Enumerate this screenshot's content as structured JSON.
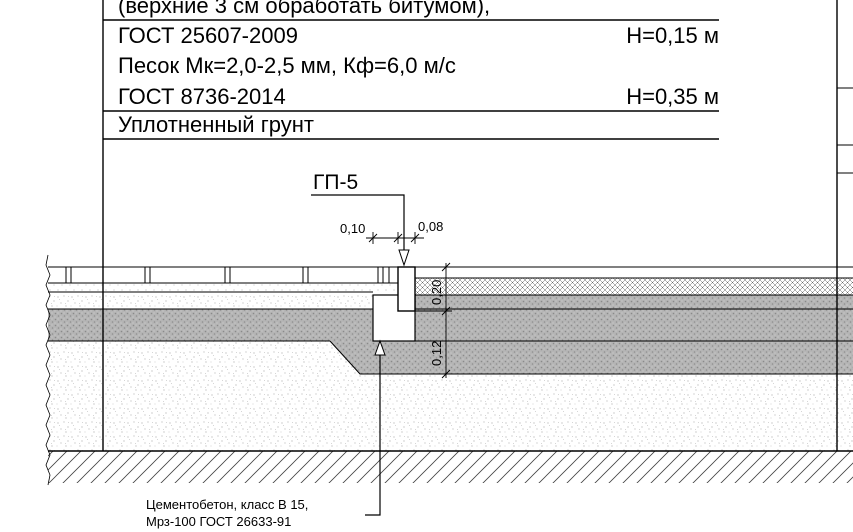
{
  "spec_table": {
    "rows": [
      {
        "left": "(верхние 3 см обработать битумом),",
        "right": ""
      },
      {
        "left": "ГОСТ 25607-2009",
        "right": "Н=0,15 м"
      },
      {
        "left": "Песок Мк=2,0-2,5 мм, Кф=6,0 м/с",
        "right": ""
      },
      {
        "left": "ГОСТ 8736-2014",
        "right": "Н=0,35 м"
      },
      {
        "left": "Уплотненный грунт",
        "right": ""
      }
    ]
  },
  "curb": {
    "mark": "ГП-5",
    "dim_left": "0,10",
    "dim_right": "0,08",
    "height_total": "0,20",
    "base_depth": "0,12"
  },
  "callout": {
    "line1": "Цементобетон, класс В 15,",
    "line2": "Мрз-100 ГОСТ 26633-91"
  },
  "colors": {
    "ink": "#000000",
    "paper": "#ffffff",
    "gravel_fill": "#b5b5b5"
  }
}
